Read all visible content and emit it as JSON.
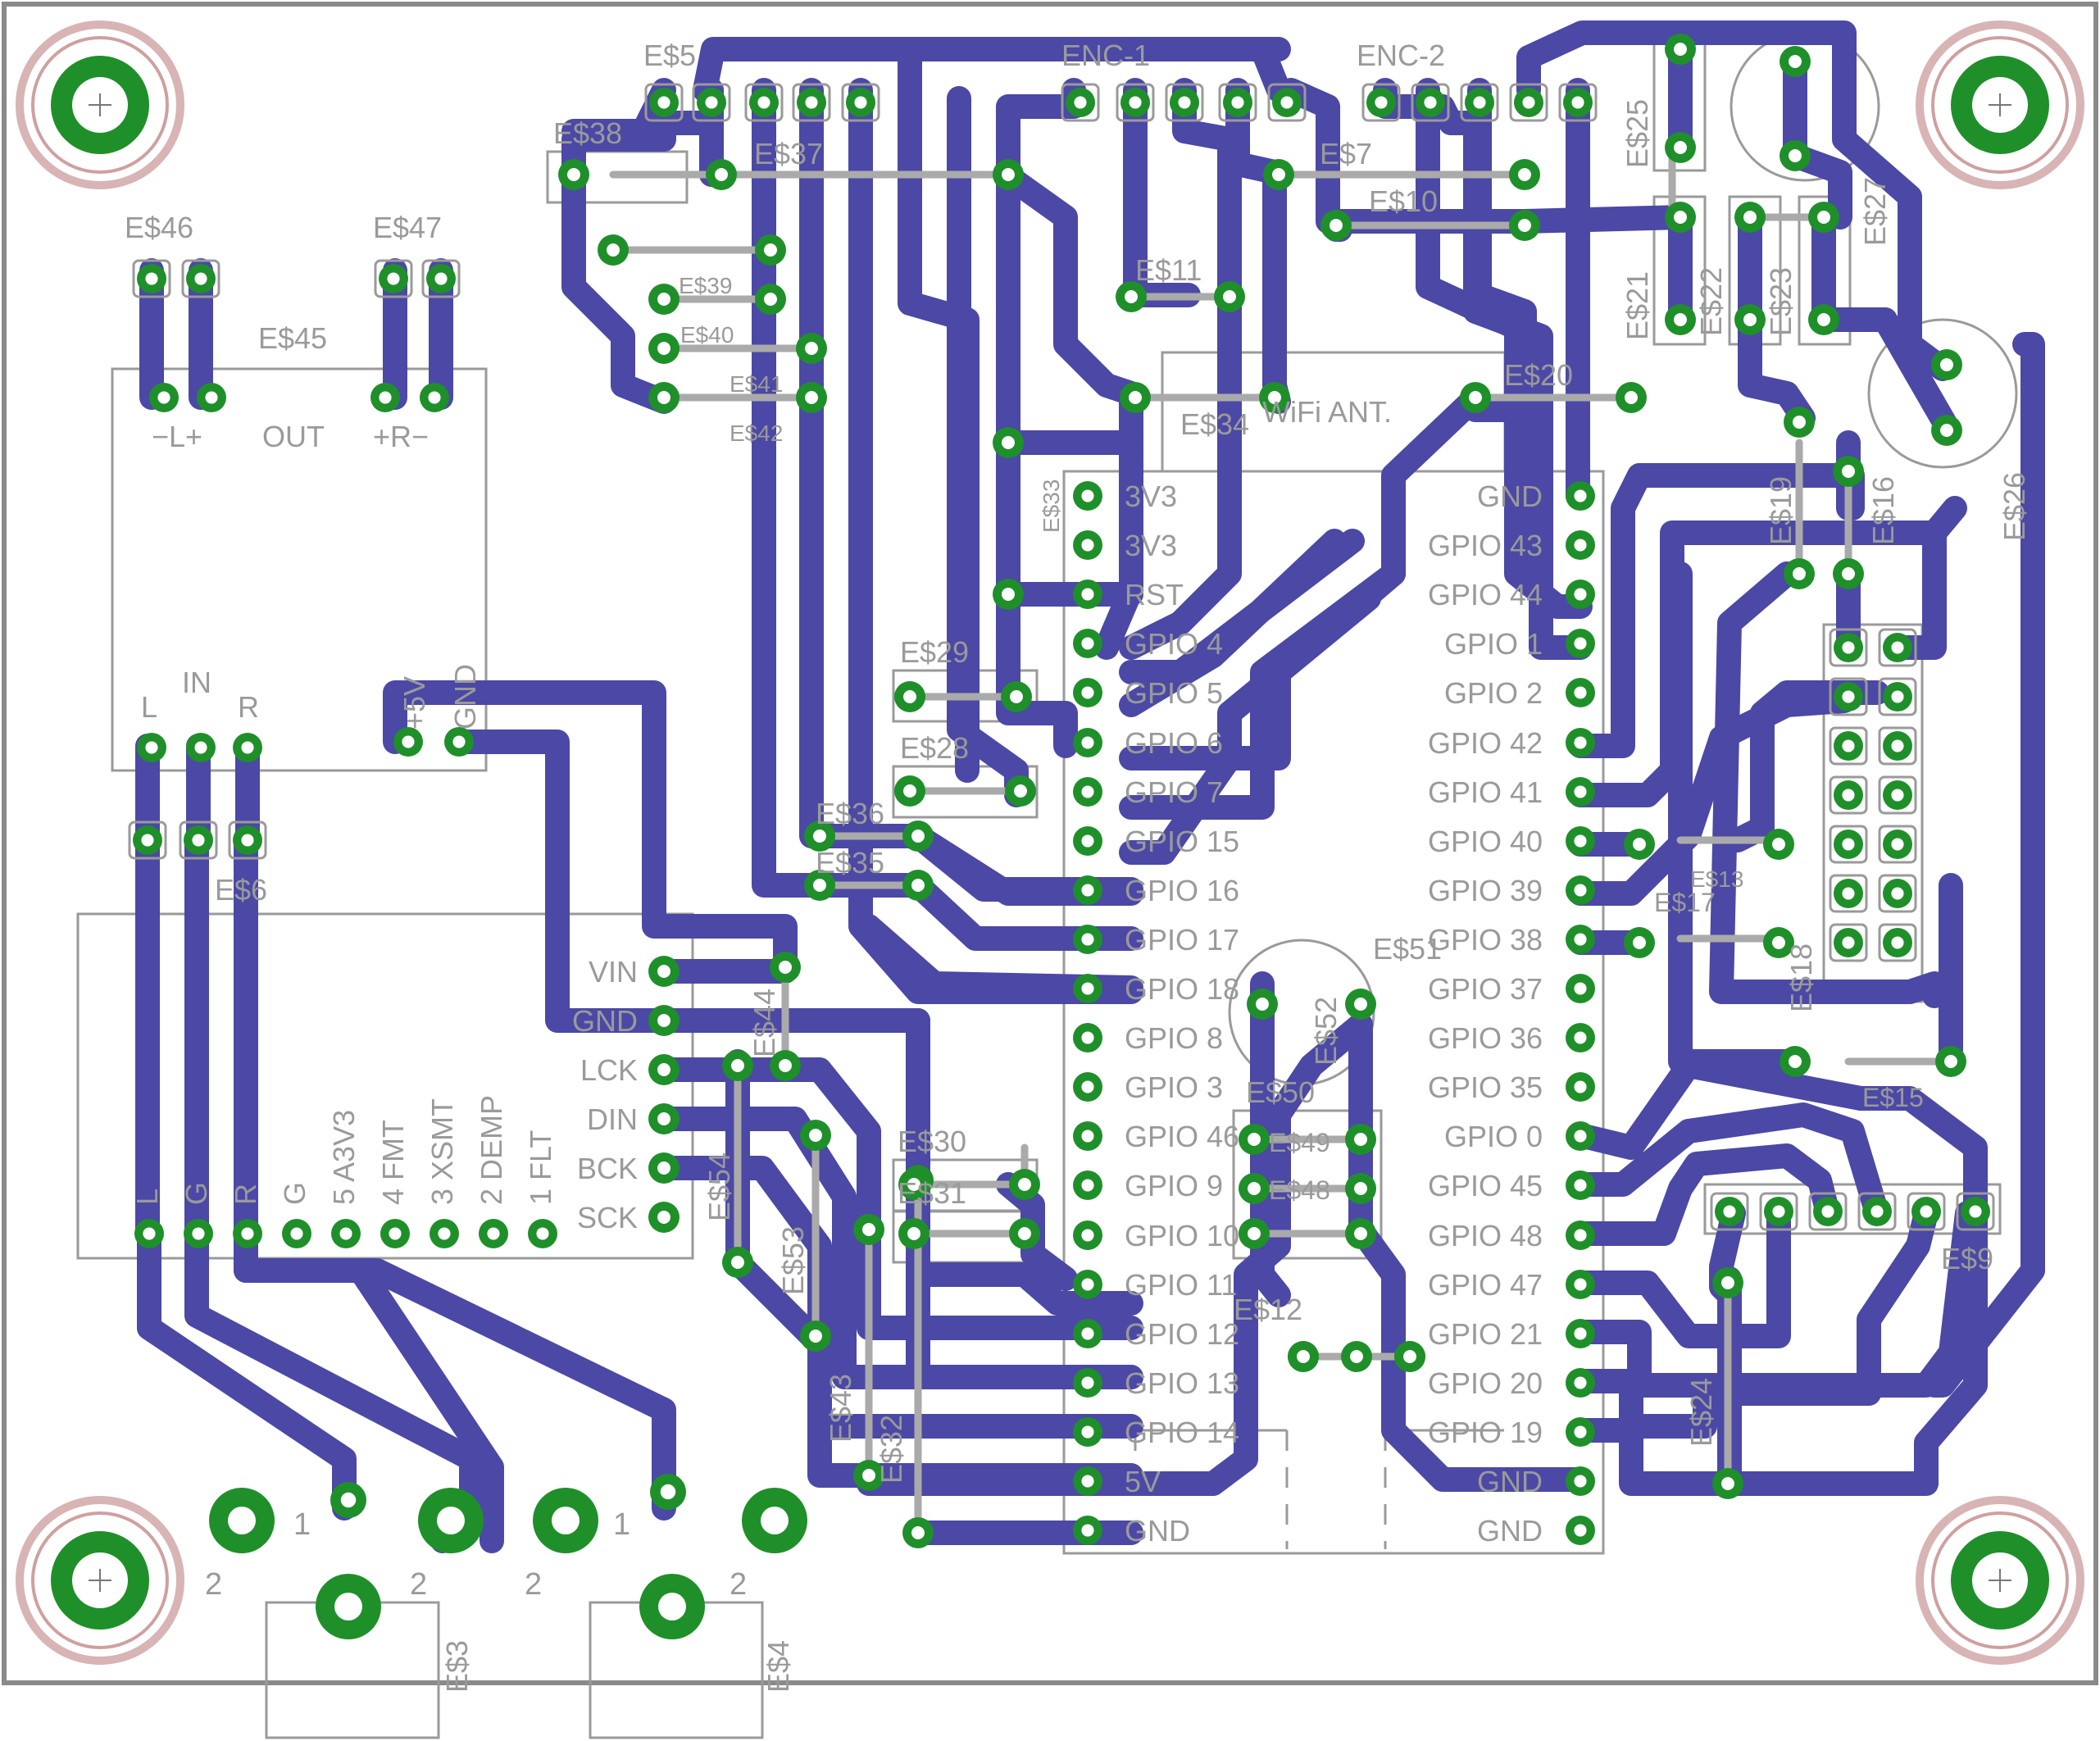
{
  "colors": {
    "background": "#ffffff",
    "outline": "#8a8a8a",
    "silk": "#9a9a9a",
    "trace": "#4b48a6",
    "pad": "#1f8f2a",
    "pad_hole": "#ffffff",
    "airwire": "#aaaaaa",
    "mount_ring": "#d8b4b4"
  },
  "labels": {
    "e5": "E$5",
    "enc1": "ENC-1",
    "enc2": "ENC-2",
    "e38": "E$38",
    "e37": "E$37",
    "e7": "E$7",
    "e10": "E$10",
    "e25": "E$25",
    "e27": "E$27",
    "e21": "E$21",
    "e22": "E$22",
    "e23": "E$23",
    "e46": "E$46",
    "e47": "E$47",
    "e45": "E$45",
    "e39": "E$39",
    "e40": "E$40",
    "e41": "E$41",
    "e42": "E$42",
    "e11": "E$11",
    "e20": "E$20",
    "e34": "E$34",
    "wifi": "WiFi ANT.",
    "e33": "E$33",
    "e19": "E$19",
    "e16": "E$16",
    "e26": "E$26",
    "out": "OUT",
    "lminus": "−L+",
    "rplus": "+R−",
    "in": "IN",
    "l": "L",
    "r": "R",
    "plus5v": "+5V",
    "gnd": "GND",
    "e6": "E$6",
    "e29": "E$29",
    "e28": "E$28",
    "e36": "E$36",
    "e35": "E$35",
    "e44": "E$44",
    "e54": "E$54",
    "e53": "E$53",
    "e43": "E$43",
    "e32": "E$32",
    "e30": "E$30",
    "e31": "E$31",
    "e51": "E$51",
    "e50": "E$50",
    "e49": "E$49",
    "e48": "E$48",
    "e52": "E$52",
    "e12": "E$12",
    "e13": "E$13",
    "e17": "E$17",
    "e18": "E$18",
    "e15": "E$15",
    "e9": "E$9",
    "e24": "E$24",
    "e3": "E$3",
    "e4": "E$4",
    "n1": "1",
    "n2": "2"
  },
  "dac_left": [
    "VIN",
    "GND",
    "LCK",
    "DIN",
    "BCK",
    "SCK"
  ],
  "dac_bottom": [
    "L",
    "G",
    "R",
    "G",
    "5 A3V3",
    "4 FMT",
    "3 XSMT",
    "2 DEMP",
    "1 FLT"
  ],
  "esp_left": [
    "3V3",
    "3V3",
    "RST",
    "GPIO 4",
    "GPIO 5",
    "GPIO 6",
    "GPIO 7",
    "GPIO 15",
    "GPIO 16",
    "GPIO 17",
    "GPIO 18",
    "GPIO 8",
    "GPIO 3",
    "GPIO 46",
    "GPIO 9",
    "GPIO 10",
    "GPIO 11",
    "GPIO 12",
    "GPIO 13",
    "GPIO 14",
    "5V",
    "GND"
  ],
  "esp_right": [
    "GND",
    "GPIO 43",
    "GPIO 44",
    "GPIO 1",
    "GPIO 2",
    "GPIO 42",
    "GPIO 41",
    "GPIO 40",
    "GPIO 39",
    "GPIO 38",
    "GPIO 37",
    "GPIO 36",
    "GPIO 35",
    "GPIO 0",
    "GPIO 45",
    "GPIO 48",
    "GPIO 47",
    "GPIO 21",
    "GPIO 20",
    "GPIO 19",
    "GND",
    "GND"
  ]
}
